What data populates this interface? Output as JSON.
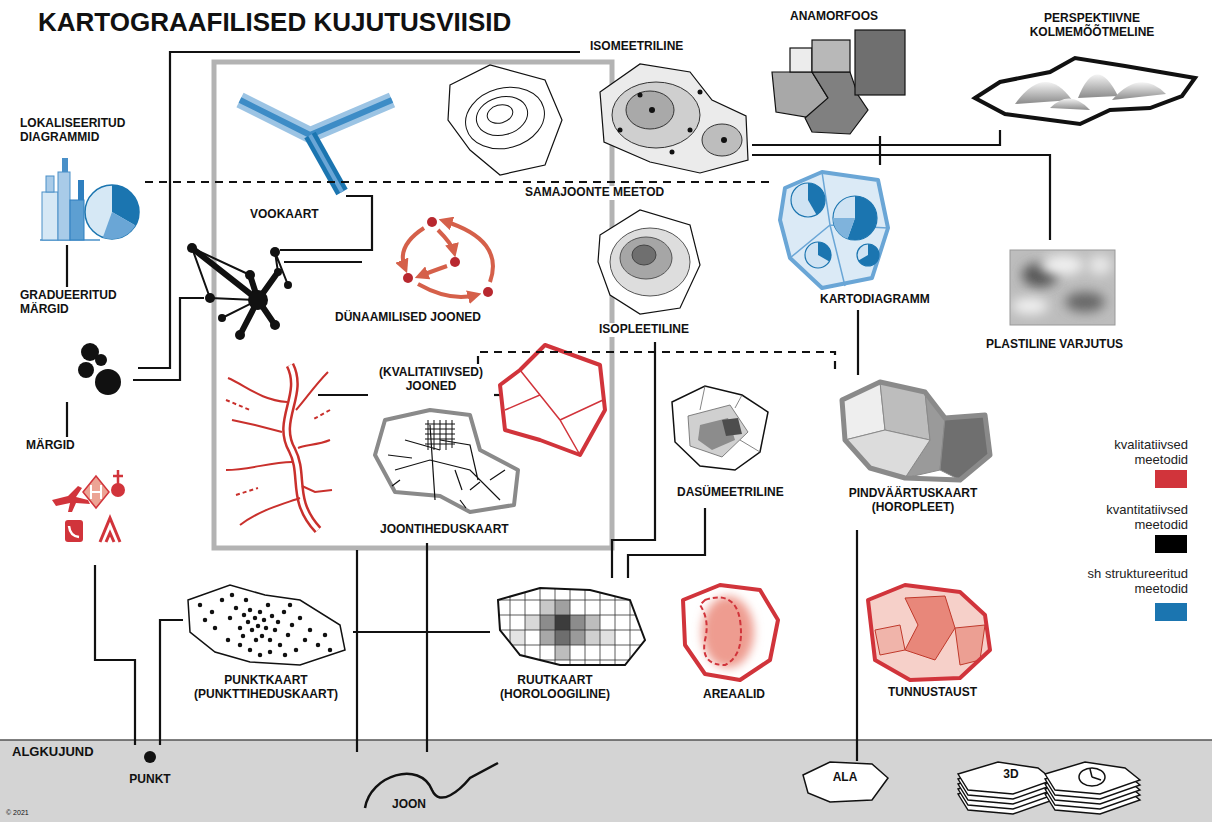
{
  "diagram": {
    "title": "KARTOGRAAFILISED KUJUTUSVIISID",
    "nodes": [
      {
        "text": [
          "LOKALISEERITUD DIAGRAMMID"
        ]
      },
      {
        "text": [
          "GRADUEERITUD MÄRGID"
        ]
      },
      {
        "text": [
          "MÄRGID"
        ]
      },
      {
        "text": [
          "VOOKAART"
        ]
      },
      {
        "text": [
          "DÜNAAMILISED JOONED"
        ]
      },
      {
        "text": [
          "(KVALITATIIVSED) JOONED"
        ]
      },
      {
        "text": [
          "JOONTIHEDUSKAART"
        ]
      },
      {
        "text": [
          "ISOMEETRILINE"
        ]
      },
      {
        "text": [
          "ISOPLEETILINE"
        ]
      },
      {
        "text": [
          "ANAMORFOOS"
        ]
      },
      {
        "text": [
          "PERSPEKTIIVNE KOLMEMÕÕTMELINE"
        ]
      },
      {
        "text": [
          "KARTODIAGRAMM"
        ]
      },
      {
        "text": [
          "PLASTILINE VARJUTUS"
        ]
      },
      {
        "text": [
          "DASÜMEETRILINE"
        ]
      },
      {
        "text": [
          "PINDVÄÄRTUSKAART (HOROPLEET)"
        ]
      },
      {
        "text": [
          "PUNKTKAART (PUNKTTIHEDUSKAART)"
        ]
      },
      {
        "text": [
          "RUUTKAART (HOROLOOGILINE)"
        ]
      },
      {
        "text": [
          "AREAALID"
        ]
      },
      {
        "text": [
          "TUNNUSTAUST"
        ]
      },
      {
        "text": [
          "ALGKUJUND"
        ]
      },
      {
        "text": [
          "PUNKT"
        ],
        "in": 19
      },
      {
        "text": [
          "JOON"
        ],
        "in": 19
      },
      {
        "text": [
          "ALA"
        ],
        "in": 19
      },
      {
        "text": [
          "3D"
        ],
        "in": 19
      }
    ],
    "edges": [
      {
        "from": 0,
        "to": 11,
        "arrow": "none"
      },
      {
        "from": 0,
        "to": 1,
        "arrow": "none"
      },
      {
        "from": 1,
        "to": 2,
        "arrow": "none"
      },
      {
        "from": 2,
        "to": 20,
        "arrow": "none"
      },
      {
        "from": 15,
        "to": 20,
        "arrow": "none"
      },
      {
        "from": 1,
        "to": 7,
        "arrow": "none"
      },
      {
        "from": 7,
        "to": 10,
        "arrow": "none"
      },
      {
        "from": 7,
        "to": 12,
        "arrow": "none"
      },
      {
        "from": 9,
        "to": 11,
        "arrow": "none"
      },
      {
        "from": 11,
        "to": 14,
        "arrow": "none"
      },
      {
        "from": 5,
        "to": 14,
        "arrow": "none"
      },
      {
        "from": 14,
        "to": 22,
        "arrow": "none"
      },
      {
        "from": 6,
        "to": 21,
        "arrow": "none"
      },
      {
        "from": 8,
        "to": 16,
        "arrow": "none"
      },
      {
        "from": 13,
        "to": 16,
        "arrow": "none"
      },
      {
        "from": 15,
        "to": 16,
        "arrow": "none"
      }
    ],
    "labels": [
      "SAMAJOONTE MEETOD",
      "© 2021"
    ],
    "legend": [
      {
        "text": "kvalitatiivsed meetodid",
        "color": "#d1343b"
      },
      {
        "text": "kvantitatiivsed meetodid",
        "color": "#000000"
      },
      {
        "text": "sh struktureeritud meetodid",
        "color": "#1b75b0"
      }
    ]
  }
}
